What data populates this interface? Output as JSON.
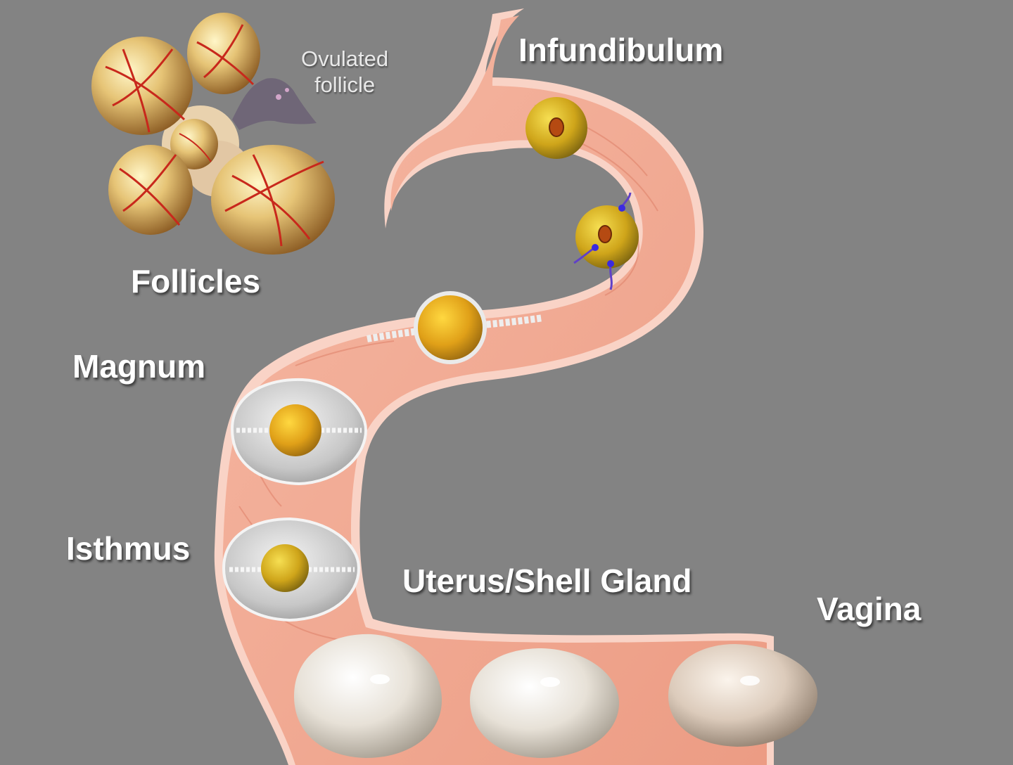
{
  "labels": {
    "infundibulum": "Infundibulum",
    "ovulated_line1": "Ovulated",
    "ovulated_line2": "follicle",
    "follicles": "Follicles",
    "magnum": "Magnum",
    "isthmus": "Isthmus",
    "uterus": "Uterus/Shell Gland",
    "vagina": "Vagina"
  },
  "colors": {
    "background": "#838383",
    "oviduct_tissue": "#f2a68f",
    "oviduct_rim": "#f9d3c6",
    "yolk": "#d9b21e",
    "follicle_vessels": "#c8281c",
    "eggshell": "#ece6dc",
    "label_text": "#ffffff"
  },
  "icons": {
    "follicle": "follicle-icon",
    "ovulated_follicle": "ovulated-follicle-icon",
    "yolk": "yolk-icon",
    "sperm": "sperm-icon",
    "albumen_egg": "albumen-egg-icon",
    "shelled_egg": "shelled-egg-icon"
  }
}
